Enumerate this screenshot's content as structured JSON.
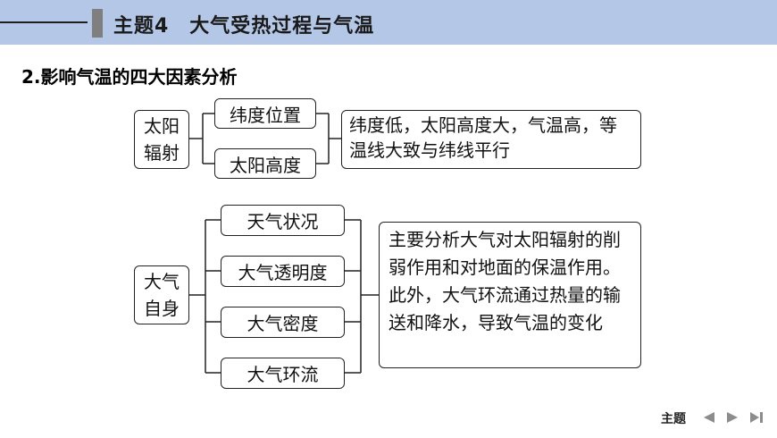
{
  "header": {
    "title": "主题4　大气受热过程与气温"
  },
  "section_title": "2.影响气温的四大因素分析",
  "group1": {
    "root": "太阳辐射",
    "factors": [
      "纬度位置",
      "太阳高度"
    ],
    "description": "纬度低，太阳高度大，气温高，等温线大致与纬线平行"
  },
  "group2": {
    "root": "大气自身",
    "factors": [
      "天气状况",
      "大气透明度",
      "大气密度",
      "大气环流"
    ],
    "description": "主要分析大气对太阳辐射的削弱作用和对地面的保温作用。此外，大气环流通过热量的输送和降水，导致气温的变化"
  },
  "nav": {
    "label": "主题"
  },
  "colors": {
    "header_bg": "#b4c7e7",
    "line": "#222222"
  },
  "icons": [
    "prev-icon",
    "next-icon",
    "last-icon"
  ]
}
